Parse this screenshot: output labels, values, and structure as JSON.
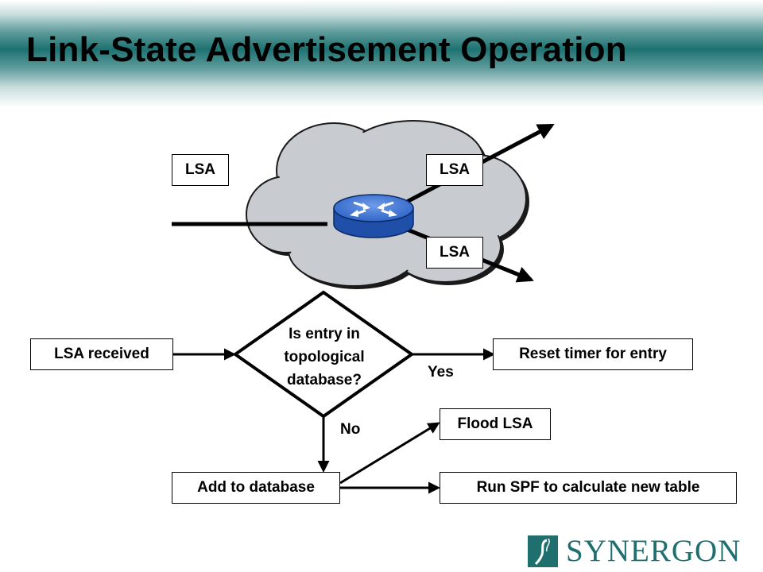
{
  "title": "Link-State Advertisement Operation",
  "cloud": {
    "lsa_in": "LSA",
    "lsa_out_top": "LSA",
    "lsa_out_bottom": "LSA"
  },
  "flow": {
    "start": "LSA received",
    "decision_line1": "Is entry in",
    "decision_line2": "topological",
    "decision_line3": "database?",
    "yes_label": "Yes",
    "no_label": "No",
    "yes_action": "Reset timer for entry",
    "no_action": "Add to database",
    "flood": "Flood LSA",
    "spf": "Run SPF to calculate new table"
  },
  "logo": {
    "text": "SYNERGON"
  },
  "colors": {
    "accent": "#1f6f6f",
    "cloud": "#c8ccd0",
    "router": "#2f66c9"
  }
}
